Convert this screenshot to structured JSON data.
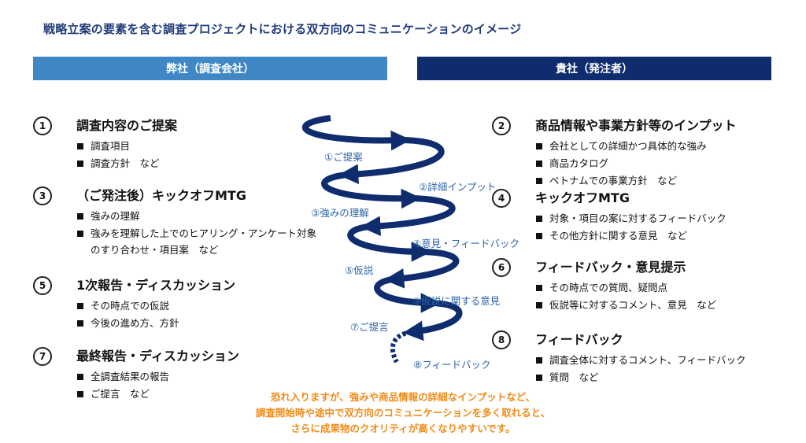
{
  "title": "戦略立案の要素を含む調査プロジェクトにおける双方向のコミュニケーションのイメージ",
  "bands": {
    "left": "弊社（調査会社）",
    "right": "貴社（発注者）"
  },
  "left_sections": [
    {
      "num": "1",
      "heading": "調査内容のご提案",
      "items": [
        "調査項目",
        "調査方針　など"
      ]
    },
    {
      "num": "3",
      "heading": "（ご発注後）キックオフMTG",
      "items": [
        "強みの理解",
        "強みを理解した上でのヒアリング・アンケート対象のすり合わせ・項目案　など"
      ]
    },
    {
      "num": "5",
      "heading": "1次報告・ディスカッション",
      "items": [
        "その時点での仮説",
        "今後の進め方、方針"
      ]
    },
    {
      "num": "7",
      "heading": "最終報告・ディスカッション",
      "items": [
        "全調査結果の報告",
        "ご提言　など"
      ]
    }
  ],
  "right_sections": [
    {
      "num": "2",
      "heading": "商品情報や事業方針等のインプット",
      "items": [
        "会社としての詳細かつ具体的な強み",
        "商品カタログ",
        "ベトナムでの事業方針　など"
      ]
    },
    {
      "num": "4",
      "heading": "キックオフMTG",
      "items": [
        "対象・項目の案に対するフィードバック",
        "その他方針に関する意見　など"
      ]
    },
    {
      "num": "6",
      "heading": "フィードバック・意見提示",
      "items": [
        "その時点での質問、疑問点",
        "仮説等に対するコメント、意見　など"
      ]
    },
    {
      "num": "8",
      "heading": "フィードバック",
      "items": [
        "調査全体に対するコメント、フィードバック",
        "質問　など"
      ]
    }
  ],
  "spiral_labels": [
    "①ご提案",
    "②詳細インプット",
    "③強みの理解",
    "④意見・フィードバック",
    "⑤仮説",
    "⑤仮説に関する意見",
    "⑦ご提言",
    "⑧フィードバック"
  ],
  "footer": [
    "恐れ入りますが、強みや商品情報の詳細なインプットなど、",
    "調査開始時や途中で双方向のコミュニケーションを多く取れると、",
    "さらに成果物のクオリティが高くなりやすいです。"
  ],
  "colors": {
    "spiral": "#0e2c6e",
    "label": "#2b64a8",
    "footer": "#f08c1a",
    "band_left": "#3f88c5",
    "band_right": "#0e2c6e"
  }
}
